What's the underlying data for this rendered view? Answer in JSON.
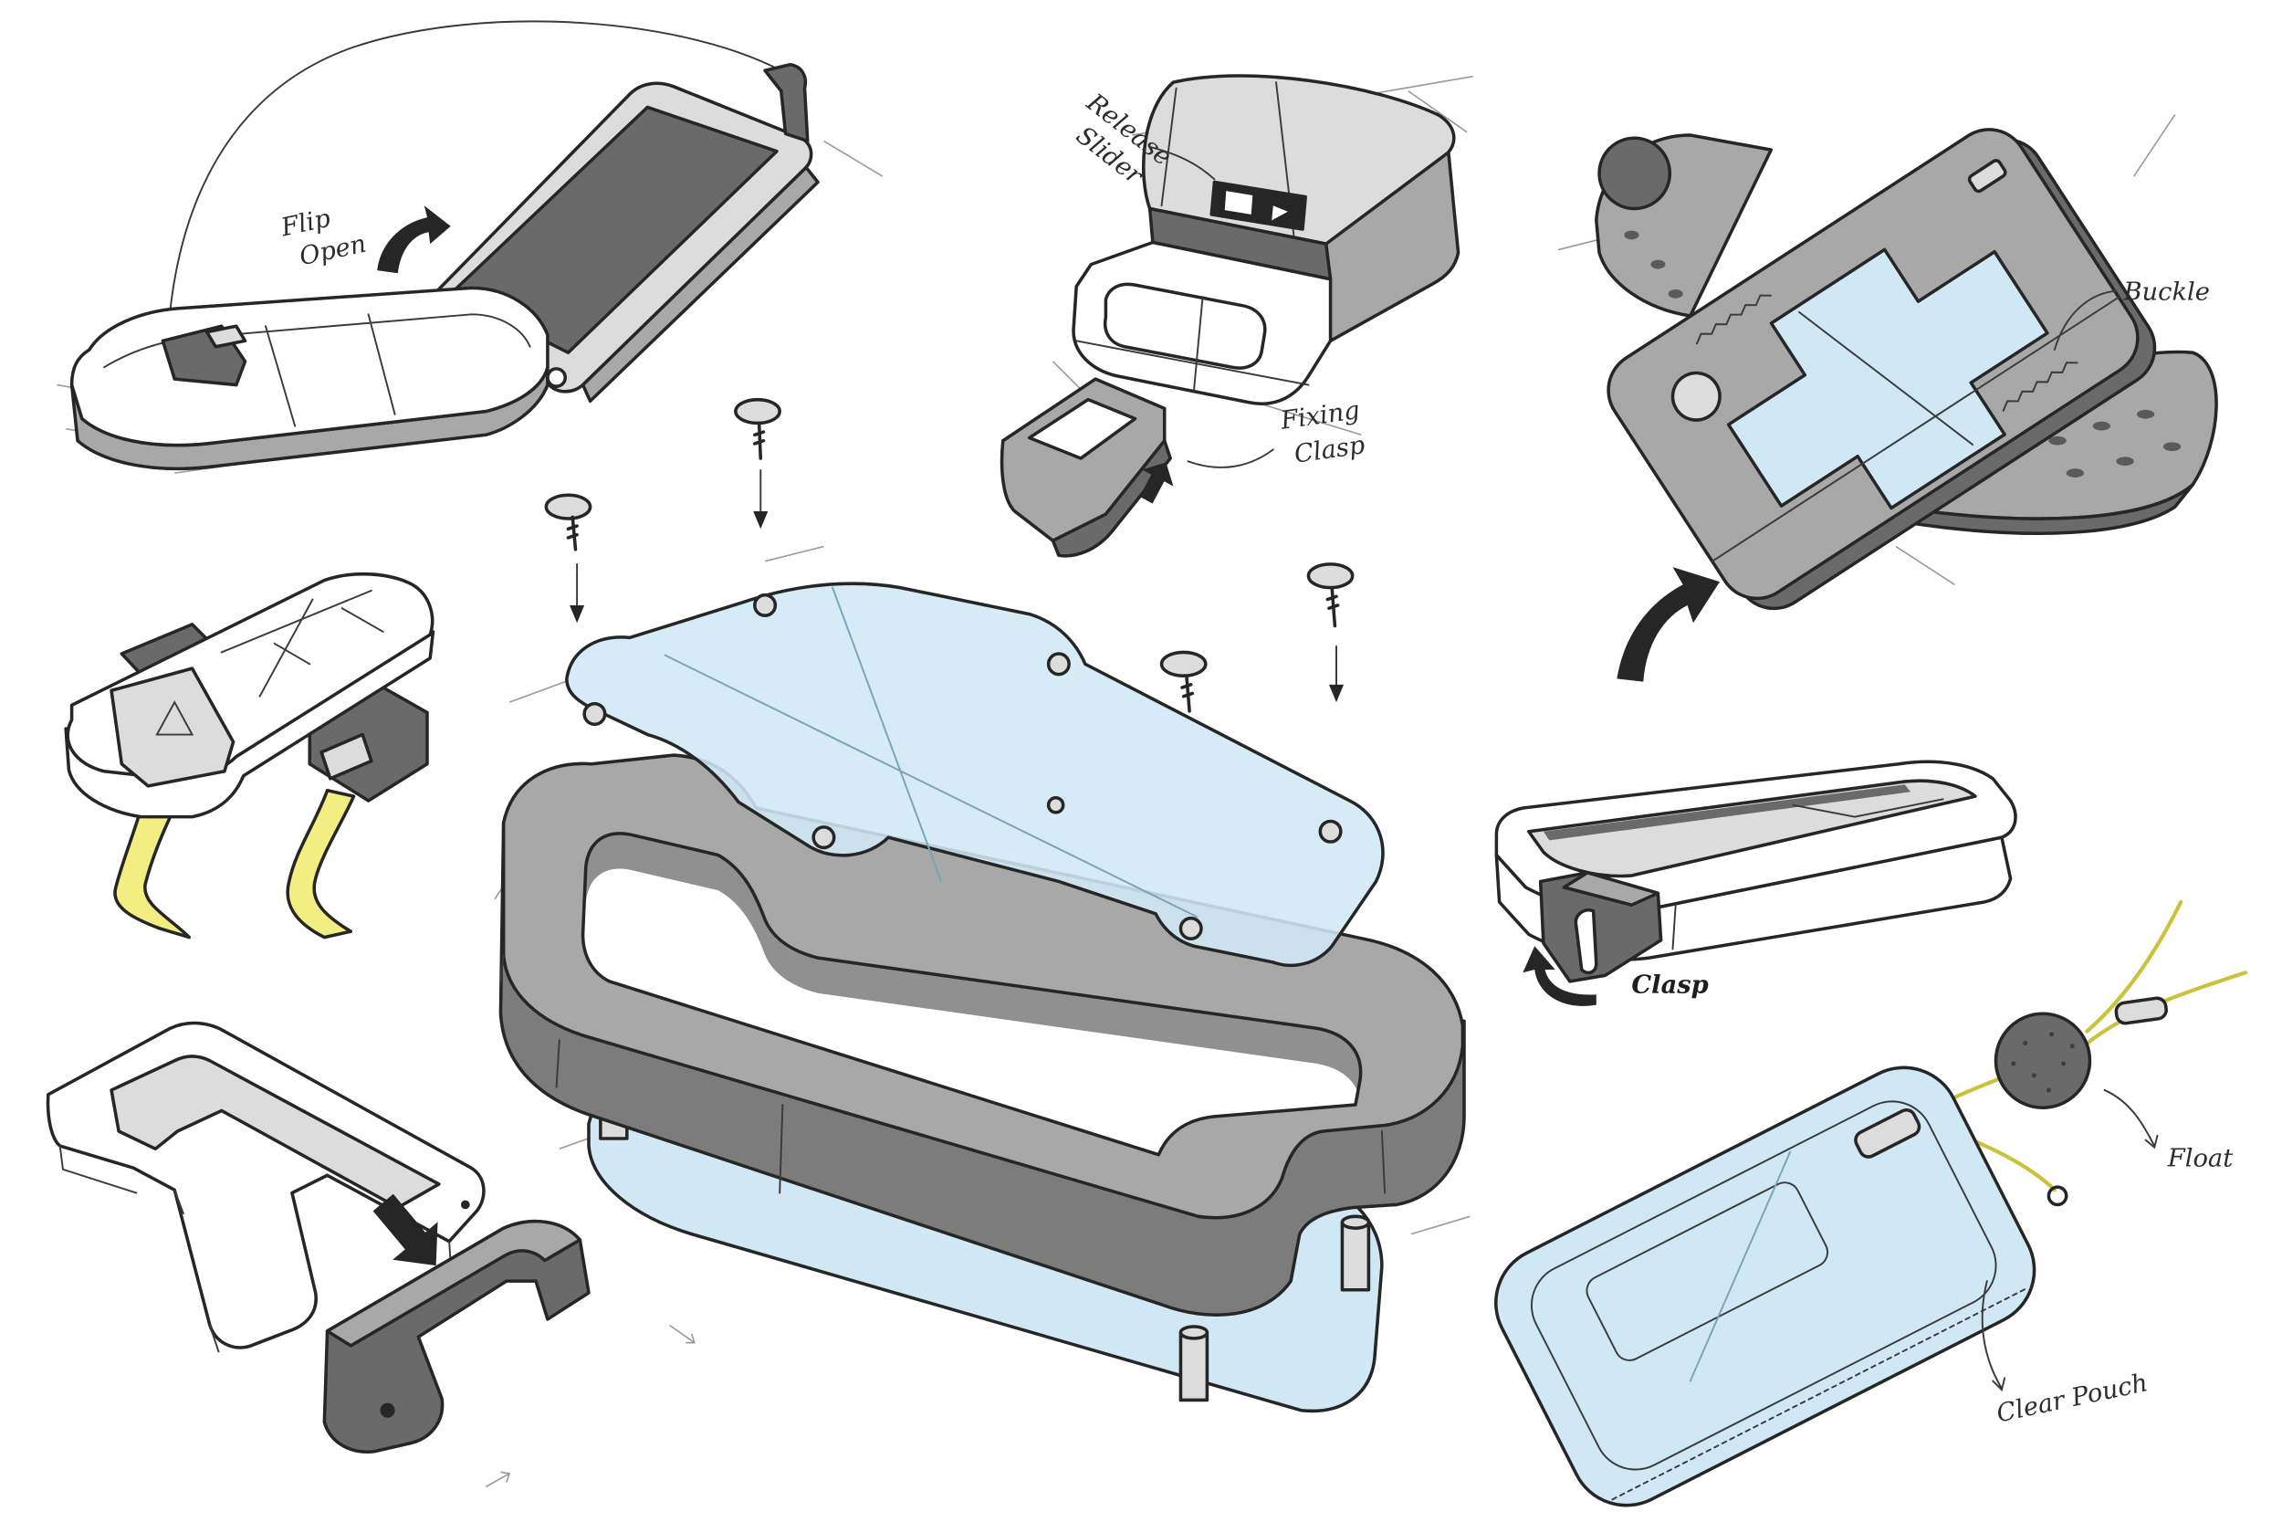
{
  "labels": {
    "flip_open": [
      "Flip",
      "Open"
    ],
    "release_slider": [
      "Release",
      "Slider"
    ],
    "buckle": "Buckle",
    "fixing_clasp": [
      "Fixing",
      "Clasp"
    ],
    "clasp": "Clasp",
    "float": "Float",
    "clear_pouch": "Clear Pouch"
  },
  "palette": {
    "glass_blue": "#cfe8f4",
    "shell_gray": "#a8a8a8",
    "dark_gray": "#6a6a6a",
    "strap_yellow": "#f2ee82",
    "ink": "#262626"
  }
}
